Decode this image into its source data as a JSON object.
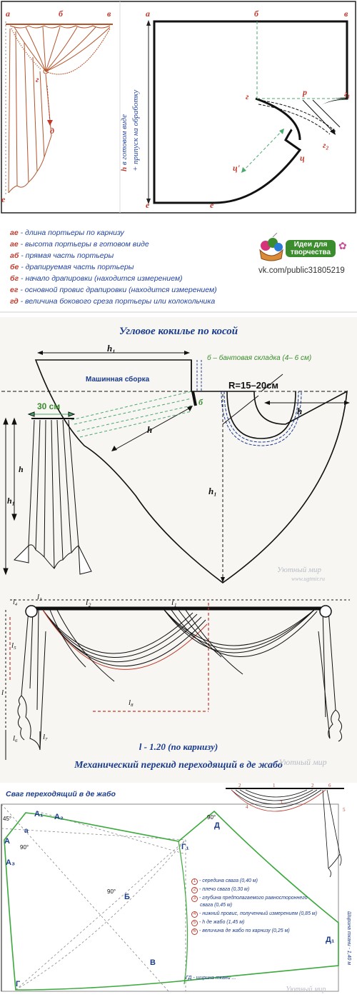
{
  "panel1": {
    "sketch_labels": {
      "a": "а",
      "b": "б",
      "v": "в",
      "g": "г",
      "d": "д",
      "e": "е"
    },
    "pattern_labels": {
      "a": "а",
      "b": "б",
      "v": "в",
      "g": "г",
      "r": "р",
      "g1": "г₁",
      "g2": "г₂",
      "ts": "ц",
      "ts1": "ц'",
      "e": "е",
      "e2": "е"
    },
    "side_label_h": "h",
    "side_label_h_rest": " в готовом виде",
    "side_label_allowance": "+ припуск на обработку"
  },
  "legend": {
    "items": [
      {
        "key": "ае",
        "text": " - длина портьеры по карнизу"
      },
      {
        "key": "ае",
        "text": " - высота портьеры в готовом виде"
      },
      {
        "key": "аб",
        "text": " - прямая часть портьеры"
      },
      {
        "key": "бе",
        "text": " - драпируемая часть портьеры"
      },
      {
        "key": "бг",
        "text": " - начало драпировки (находится измерением)"
      },
      {
        "key": "ег",
        "text": " - основной провис драпировки (находится измерением)"
      },
      {
        "key": "гд",
        "text": " - величина бокового среза портьеры или колокольчика"
      }
    ],
    "badge_title": "Идеи для творчества",
    "badge_url": "vk.com/public31805219",
    "colors": {
      "key": "#c0392b",
      "text": "#1f3f9e",
      "badge": "#3a8c2d"
    }
  },
  "panel3": {
    "title": "Угловое кокилье по косой",
    "label_h1_top": "h₁",
    "label_fold": "б – бантовая складка (4– 6 см)",
    "label_gather": "Машинная сборка",
    "label_radius": "R=15–20см",
    "label_b": "б",
    "label_h_right": "h",
    "label_h_diag": "h",
    "label_h1_center": "h₁",
    "label_30": "30 см",
    "label_h_side": "h",
    "label_h1_side": "h₁",
    "watermark": "Уютный мир",
    "watermark_url": "www.ugtmir.ru"
  },
  "panel4": {
    "labels": {
      "l4": "l₄",
      "l3": "l₃",
      "l2": "l₂",
      "l1": "l₁",
      "l5": "l₅",
      "l6": "l₆",
      "l7": "l₇",
      "l8": "l₈",
      "l": "l"
    },
    "caption": "l - 1.20 (по карнизу)",
    "title": "Механический перекид переходящий в де жабо",
    "watermark": "Уютный мир"
  },
  "panel5": {
    "title": "Сваг переходящий в де жабо",
    "labels": {
      "A": "А",
      "A1": "А₁",
      "A2": "А₂",
      "A3": "А₃",
      "a": "а",
      "D": "Д",
      "D1": "Д₁",
      "G": "Г",
      "G1": "Г₁",
      "B": "Б",
      "V": "В",
      "deg45": "45°",
      "deg90a": "90°",
      "deg90b": "90°",
      "deg90c": "90°"
    },
    "legend": [
      {
        "num": "1",
        "text": "- середина свага (0,40 м)"
      },
      {
        "num": "2",
        "text": "- плечо свага (0,30 м)"
      },
      {
        "num": "3",
        "text": "- глубина предполагаемого равностороннего"
      },
      {
        "num": "",
        "text": "свага (0,45 м)"
      },
      {
        "num": "4",
        "text": "- нижний провис, полученный измерением (0,85 м)"
      },
      {
        "num": "5",
        "text": "- h де жабо (1,45 м)"
      },
      {
        "num": "6",
        "text": "- величина де жабо по карнизу (0,25 м)"
      }
    ],
    "bottom_note": "ГД - ширина ткани ... ",
    "side_note": "Ширина ткани - 1,40 м",
    "sketch_nums": [
      "2",
      "1",
      "2",
      "6",
      "3",
      "4",
      "5"
    ],
    "watermark": "Уютный мир"
  }
}
